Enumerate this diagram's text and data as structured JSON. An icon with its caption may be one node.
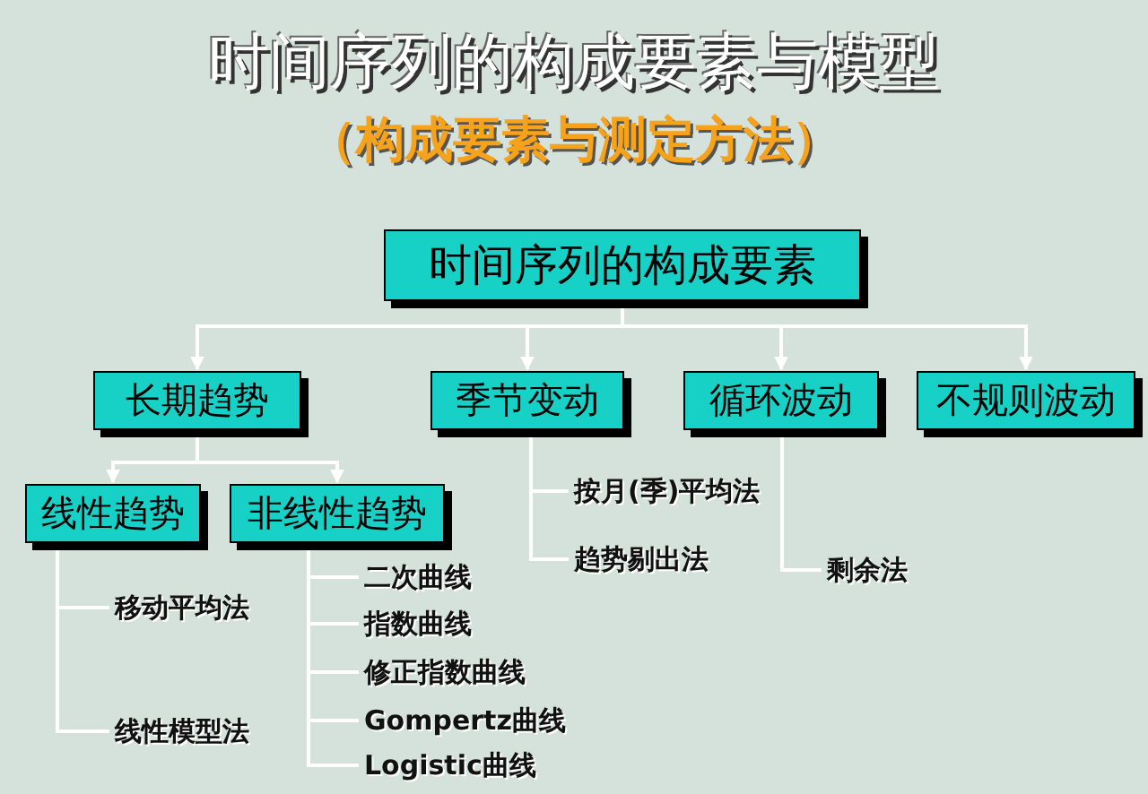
{
  "diagram": {
    "title": "时间序列的构成要素与模型",
    "nodes": [
      {
        "text": [
          "时间序列的构成要素"
        ]
      },
      {
        "text": [
          "长期趋势"
        ]
      },
      {
        "text": [
          "季节变动"
        ]
      },
      {
        "text": [
          "循环波动"
        ]
      },
      {
        "text": [
          "不规则波动"
        ]
      },
      {
        "text": [
          "线性趋势"
        ]
      },
      {
        "text": [
          "非线性趋势"
        ]
      },
      {
        "text": [
          "移动平均法"
        ]
      },
      {
        "text": [
          "线性模型法"
        ]
      },
      {
        "text": [
          "二次曲线"
        ]
      },
      {
        "text": [
          "指数曲线"
        ]
      },
      {
        "text": [
          "修正指数曲线"
        ]
      },
      {
        "text": [
          "Gompertz曲线"
        ]
      },
      {
        "text": [
          "Logistic曲线"
        ]
      },
      {
        "text": [
          "按月(季)平均法"
        ]
      },
      {
        "text": [
          "趋势剔出法"
        ]
      },
      {
        "text": [
          "剩余法"
        ]
      }
    ],
    "edges": [
      {
        "from": 0,
        "to": 1,
        "arrow": "to"
      },
      {
        "from": 0,
        "to": 2,
        "arrow": "to"
      },
      {
        "from": 0,
        "to": 3,
        "arrow": "to"
      },
      {
        "from": 0,
        "to": 4,
        "arrow": "to"
      },
      {
        "from": 1,
        "to": 5,
        "arrow": "to"
      },
      {
        "from": 1,
        "to": 6,
        "arrow": "to"
      },
      {
        "from": 5,
        "to": 7,
        "arrow": "none"
      },
      {
        "from": 5,
        "to": 8,
        "arrow": "none"
      },
      {
        "from": 6,
        "to": 9,
        "arrow": "none"
      },
      {
        "from": 6,
        "to": 10,
        "arrow": "none"
      },
      {
        "from": 6,
        "to": 11,
        "arrow": "none"
      },
      {
        "from": 6,
        "to": 12,
        "arrow": "none"
      },
      {
        "from": 6,
        "to": 13,
        "arrow": "none"
      },
      {
        "from": 2,
        "to": 14,
        "arrow": "none"
      },
      {
        "from": 2,
        "to": 15,
        "arrow": "none"
      },
      {
        "from": 3,
        "to": 16,
        "arrow": "none"
      }
    ],
    "labels": [
      "（构成要素与测定方法）"
    ]
  }
}
